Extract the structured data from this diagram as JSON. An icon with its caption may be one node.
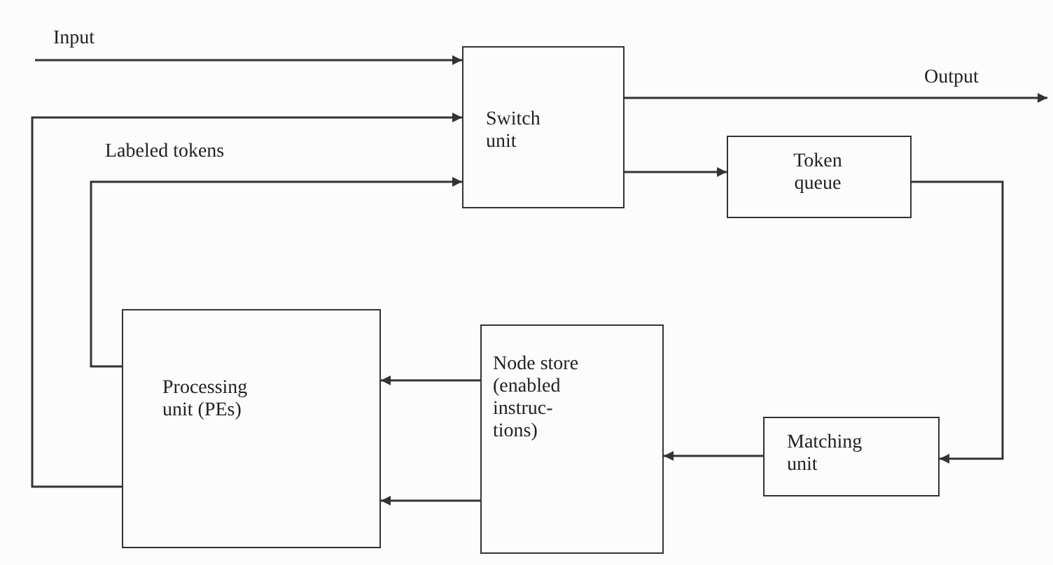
{
  "diagram": {
    "nodes": [
      {
        "text": [
          "Switch unit"
        ]
      },
      {
        "text": [
          "Token queue"
        ]
      },
      {
        "text": [
          "Processing unit (PEs)"
        ]
      },
      {
        "text": [
          "Node store (enabled instruc- tions)"
        ]
      },
      {
        "text": [
          "Matching unit"
        ]
      }
    ],
    "edges": [
      {
        "from": null,
        "to": 0,
        "arrow": "to",
        "label": "Input"
      },
      {
        "from": 0,
        "to": null,
        "arrow": "to",
        "label": "Output"
      },
      {
        "from": 2,
        "to": 0,
        "arrow": "to"
      },
      {
        "from": 2,
        "to": 0,
        "arrow": "to",
        "label": "Labeled tokens"
      },
      {
        "from": 0,
        "to": 1,
        "arrow": "to"
      },
      {
        "from": 1,
        "to": 4,
        "arrow": "to"
      },
      {
        "from": 4,
        "to": 3,
        "arrow": "to"
      },
      {
        "from": 3,
        "to": 2,
        "arrow": "to"
      },
      {
        "from": 3,
        "to": 2,
        "arrow": "to"
      }
    ]
  }
}
